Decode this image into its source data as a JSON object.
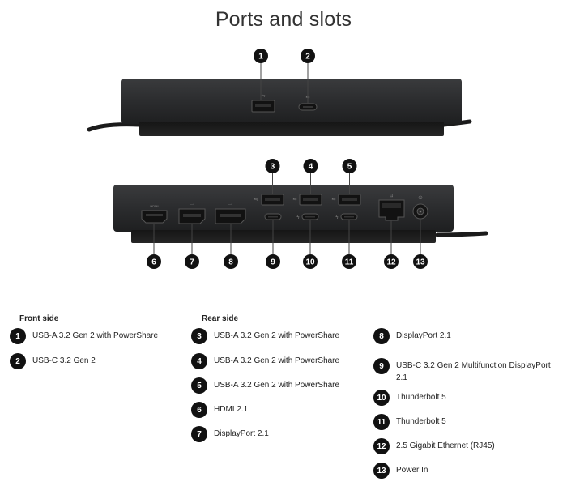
{
  "title": "Ports and slots",
  "front_heading": "Front side",
  "rear_heading": "Rear side",
  "front_items": [
    {
      "num": "1",
      "label": "USB-A 3.2 Gen 2 with PowerShare"
    },
    {
      "num": "2",
      "label": "USB-C 3.2 Gen 2"
    }
  ],
  "rear_items_col1": [
    {
      "num": "3",
      "label": "USB-A 3.2 Gen 2 with PowerShare"
    },
    {
      "num": "4",
      "label": "USB-A 3.2 Gen 2 with PowerShare"
    },
    {
      "num": "5",
      "label": "USB-A 3.2 Gen 2 with PowerShare"
    },
    {
      "num": "6",
      "label": "HDMI 2.1"
    },
    {
      "num": "7",
      "label": "DisplayPort 2.1"
    }
  ],
  "rear_items_col2": [
    {
      "num": "8",
      "label": "DisplayPort 2.1"
    },
    {
      "num": "9",
      "label": "USB-C 3.2 Gen 2 Multifunction DisplayPort 2.1"
    },
    {
      "num": "10",
      "label": "Thunderbolt 5"
    },
    {
      "num": "11",
      "label": "Thunderbolt 5"
    },
    {
      "num": "12",
      "label": "2.5 Gigabit Ethernet (RJ45)"
    },
    {
      "num": "13",
      "label": "Power In"
    }
  ],
  "callouts": {
    "front": [
      "1",
      "2"
    ],
    "rear_top": [
      "3",
      "4",
      "5"
    ],
    "rear_bottom": [
      "6",
      "7",
      "8",
      "9",
      "10",
      "11",
      "12",
      "13"
    ]
  },
  "port_marks": {
    "hdmi": "HDMI"
  }
}
